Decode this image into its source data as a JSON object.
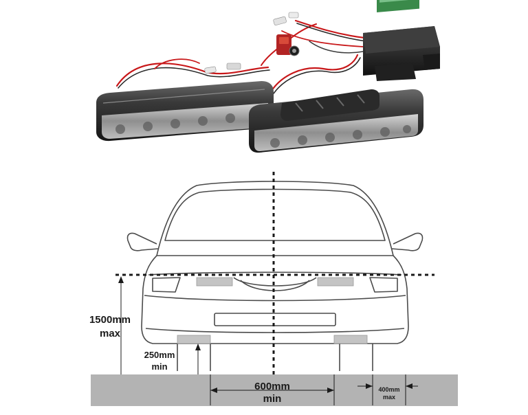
{
  "labels": {
    "height_max_value": "1500mm",
    "height_max_suffix": "max",
    "height_min_value": "250mm",
    "height_min_suffix": "min",
    "spacing_min_value": "600mm",
    "spacing_min_suffix": "min",
    "edge_max_value": "400mm",
    "edge_max_suffix": "max"
  },
  "colors": {
    "lamp_body": "#2e2e2e",
    "ground": "#b3b3b3",
    "wire_red": "#c8181a",
    "label_green": "#3a8a4a",
    "lamp_marker": "#c4c4c4"
  },
  "icons": [
    "led-lamp-left",
    "led-lamp-right",
    "control-box",
    "car-front-outline"
  ]
}
